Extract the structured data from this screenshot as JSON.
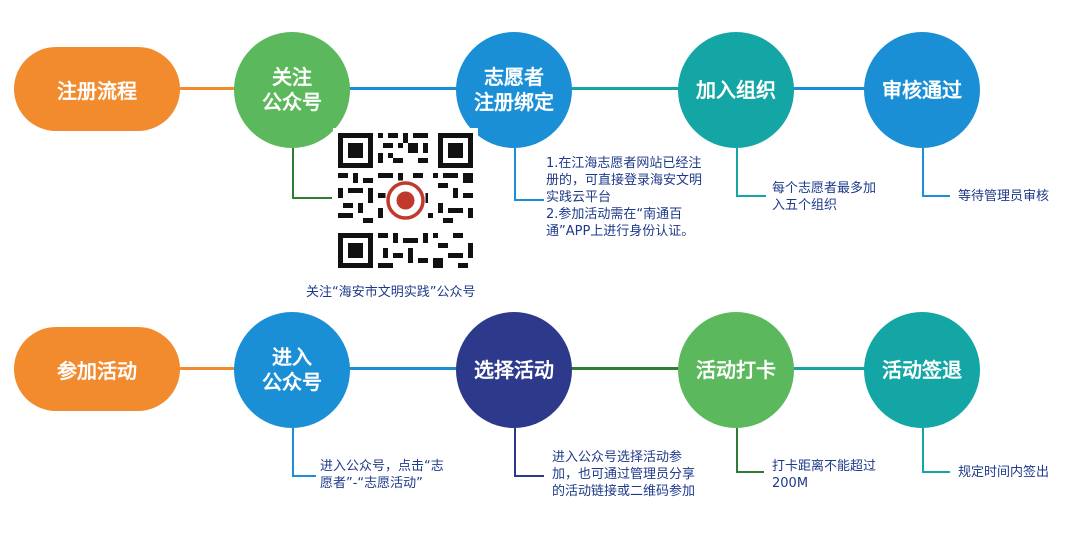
{
  "colors": {
    "orange": "#f28a2e",
    "green": "#5cb85c",
    "blue": "#1a8fd6",
    "teal": "#13a6a4",
    "navy": "#2d3a8c",
    "text": "#1e3a8a"
  },
  "row1": {
    "start_label": "注册流程",
    "steps": [
      {
        "line1": "关注",
        "line2": "公众号"
      },
      {
        "line1": "志愿者",
        "line2": "注册绑定"
      },
      {
        "line1": "加入组织",
        "line2": ""
      },
      {
        "line1": "审核通过",
        "line2": ""
      }
    ],
    "notes": {
      "register": [
        "1.在江海志愿者网站已经注",
        "册的，可直接登录海安文明",
        "实践云平台",
        "2.参加活动需在“南通百",
        "通”APP上进行身份认证。"
      ],
      "join_org": [
        "每个志愿者最多加",
        "入五个组织"
      ],
      "review": [
        "等待管理员审核"
      ]
    },
    "qr_caption": "关注“海安市文明实践”公众号"
  },
  "row2": {
    "start_label": "参加活动",
    "steps": [
      {
        "line1": "进入",
        "line2": "公众号"
      },
      {
        "line1": "选择活动",
        "line2": ""
      },
      {
        "line1": "活动打卡",
        "line2": ""
      },
      {
        "line1": "活动签退",
        "line2": ""
      }
    ],
    "notes": {
      "enter": [
        "进入公众号，点击“志",
        "愿者”-“志愿活动”"
      ],
      "select": [
        "进入公众号选择活动参",
        "加，也可通过管理员分享",
        "的活动链接或二维码参加"
      ],
      "checkin": [
        "打卡距离不能超过",
        "200M"
      ],
      "checkout": [
        "规定时间内签出"
      ]
    }
  }
}
